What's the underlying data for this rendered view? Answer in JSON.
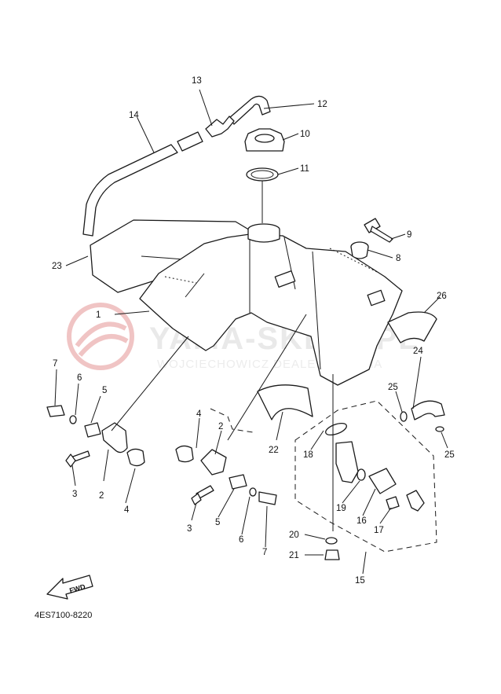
{
  "watermark": {
    "title": "YAMA-SKLEP.PL",
    "subtitle": "WOJCIECHOWICZ DEALER YAMAHA",
    "logo_color": "#e8a3a3"
  },
  "diagram_code": "4ES7100-8220",
  "forward_label": "FWD",
  "callouts": {
    "c1": "1",
    "c2a": "2",
    "c2b": "2",
    "c3a": "3",
    "c3b": "3",
    "c4a": "4",
    "c4b": "4",
    "c5a": "5",
    "c5b": "5",
    "c6a": "6",
    "c6b": "6",
    "c7a": "7",
    "c7b": "7",
    "c8": "8",
    "c9": "9",
    "c10": "10",
    "c11": "11",
    "c12": "12",
    "c13": "13",
    "c14": "14",
    "c15": "15",
    "c16": "16",
    "c17": "17",
    "c18": "18",
    "c19": "19",
    "c20": "20",
    "c21": "21",
    "c22": "22",
    "c23": "23",
    "c24": "24",
    "c25a": "25",
    "c25b": "25",
    "c26": "26"
  }
}
